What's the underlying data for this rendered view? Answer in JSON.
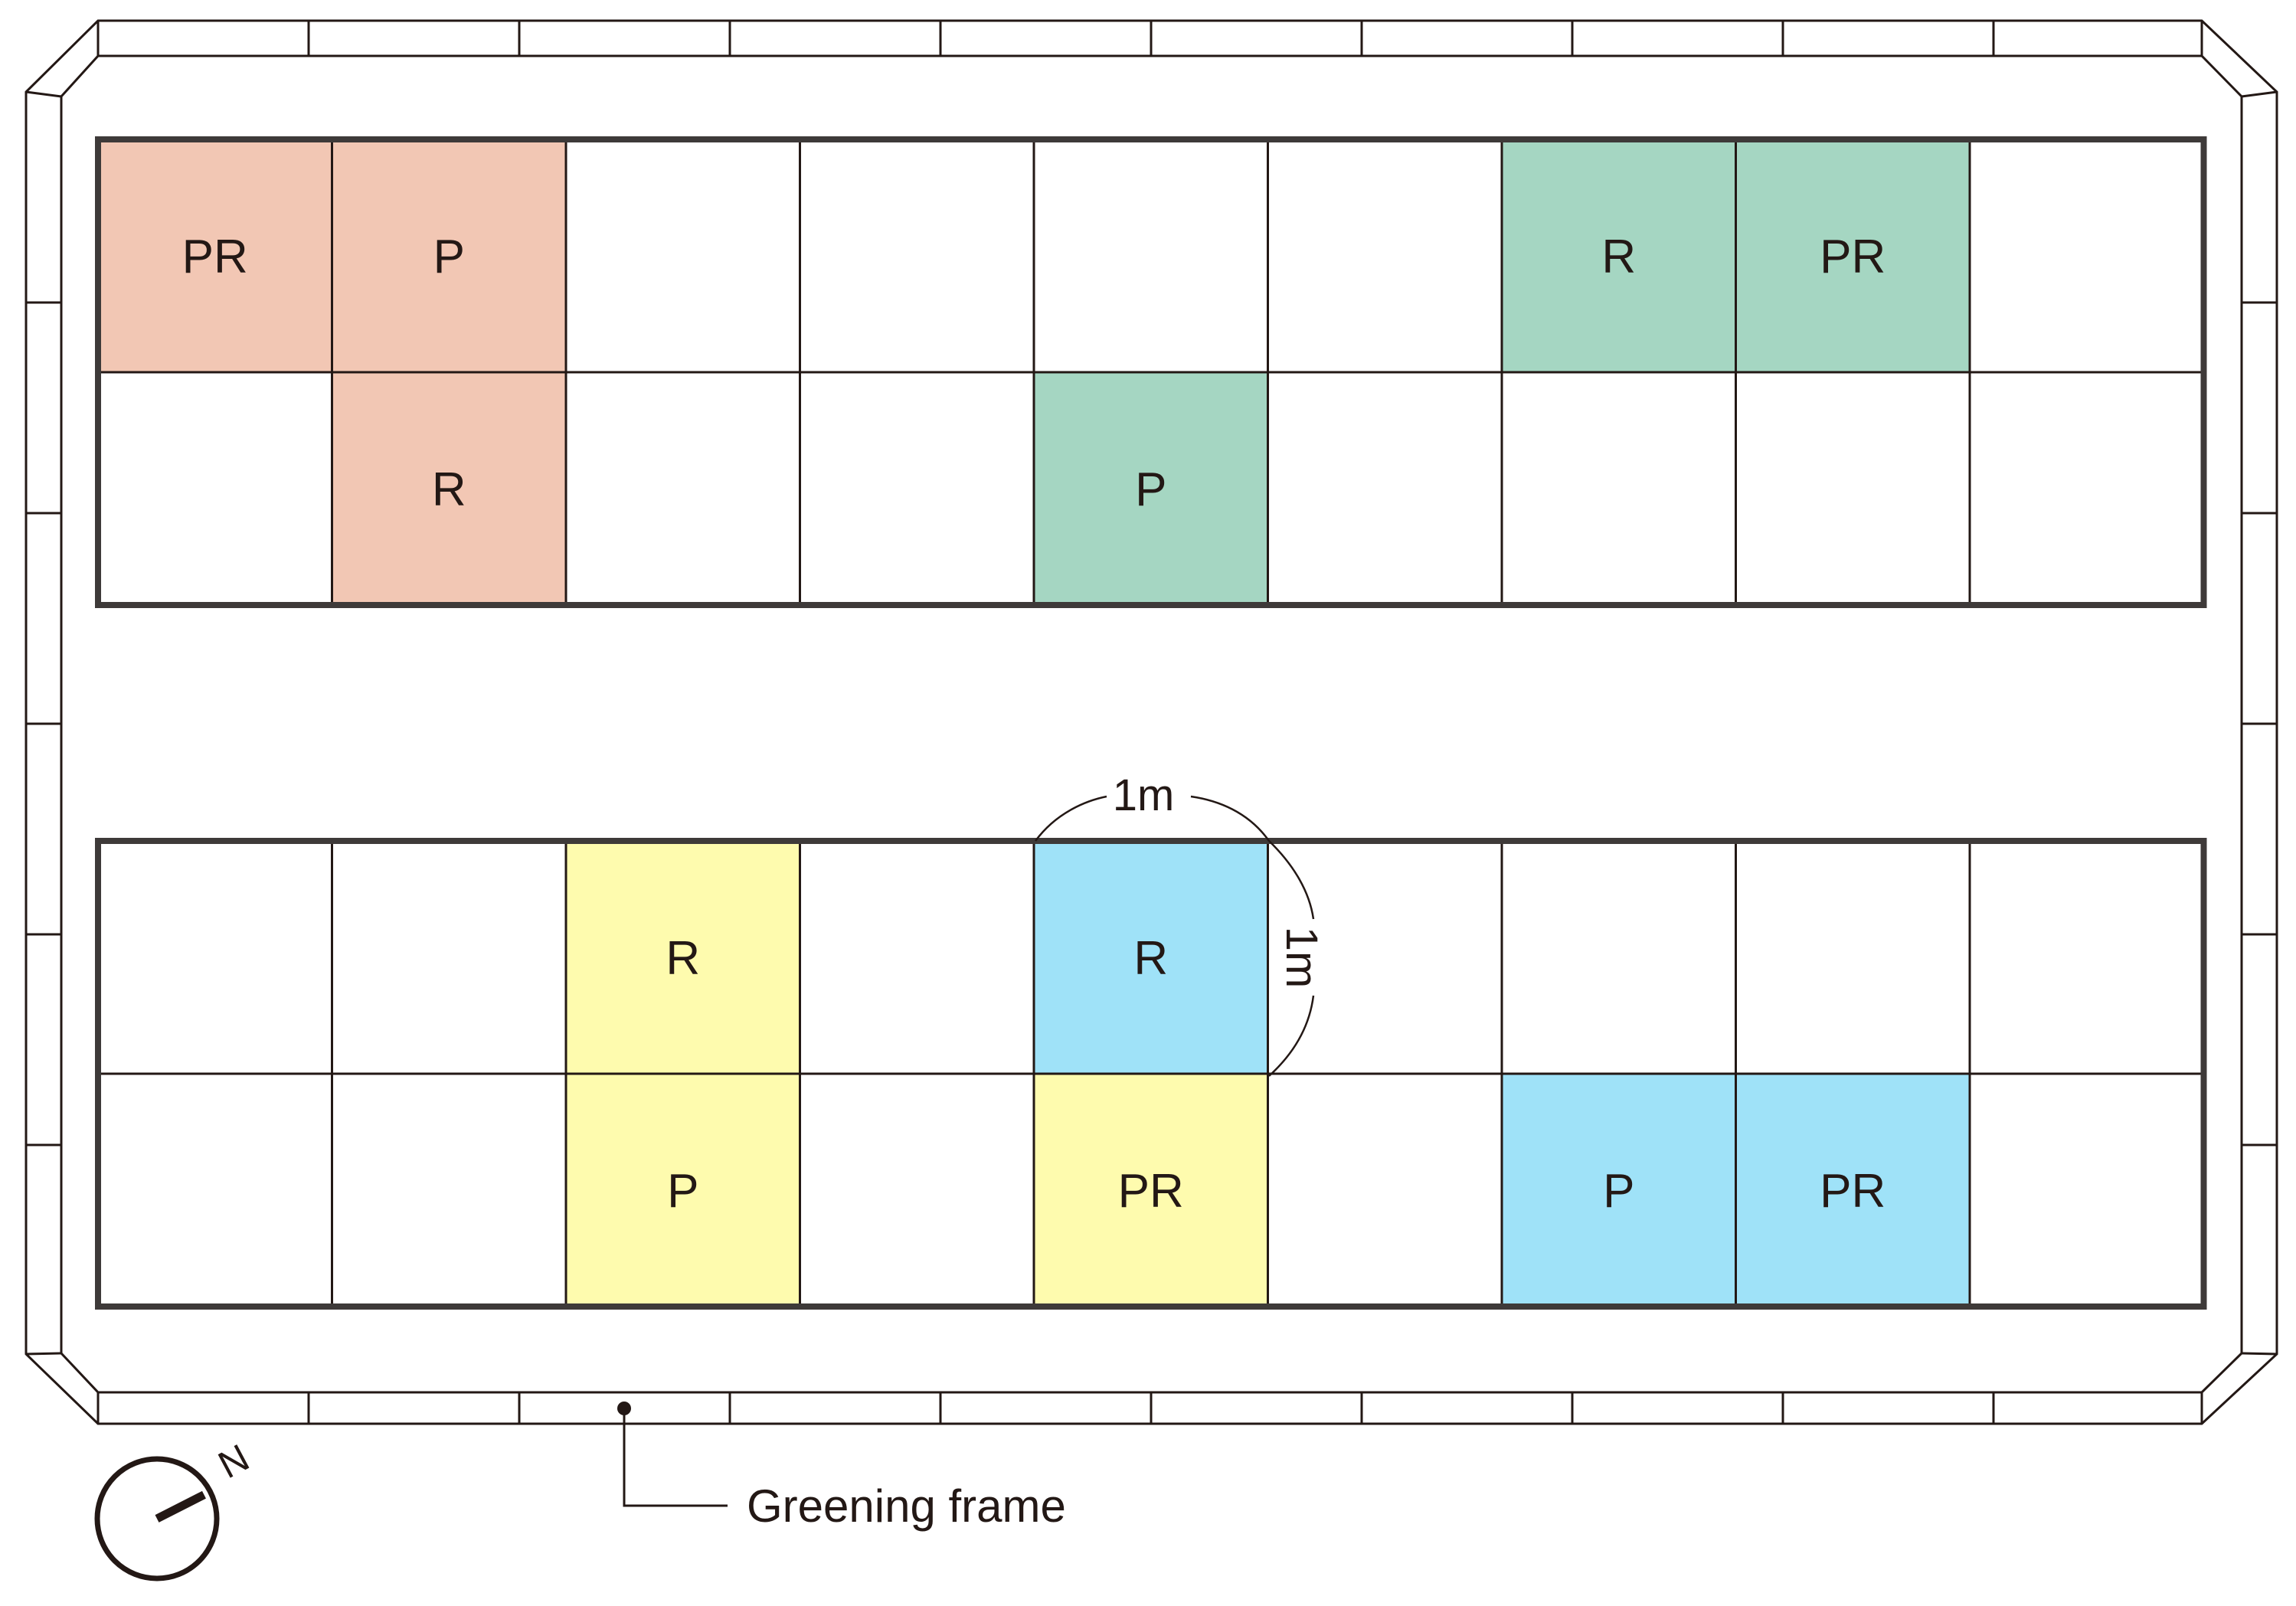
{
  "colors": {
    "outline": "#231815",
    "salmon": "#f2c7b4",
    "green": "#a5d6c2",
    "yellow": "#fefbae",
    "blue": "#9fe2f8",
    "empty": "#ffffff"
  },
  "plots": {
    "top": {
      "rows": [
        [
          {
            "label": "PR",
            "color": "salmon"
          },
          {
            "label": "P",
            "color": "salmon"
          },
          {
            "label": "",
            "color": "empty"
          },
          {
            "label": "",
            "color": "empty"
          },
          {
            "label": "",
            "color": "empty"
          },
          {
            "label": "",
            "color": "empty"
          },
          {
            "label": "R",
            "color": "green"
          },
          {
            "label": "PR",
            "color": "green"
          },
          {
            "label": "",
            "color": "empty"
          }
        ],
        [
          {
            "label": "",
            "color": "empty"
          },
          {
            "label": "R",
            "color": "salmon"
          },
          {
            "label": "",
            "color": "empty"
          },
          {
            "label": "",
            "color": "empty"
          },
          {
            "label": "P",
            "color": "green"
          },
          {
            "label": "",
            "color": "empty"
          },
          {
            "label": "",
            "color": "empty"
          },
          {
            "label": "",
            "color": "empty"
          },
          {
            "label": "",
            "color": "empty"
          }
        ]
      ]
    },
    "bottom": {
      "rows": [
        [
          {
            "label": "",
            "color": "empty"
          },
          {
            "label": "",
            "color": "empty"
          },
          {
            "label": "R",
            "color": "yellow"
          },
          {
            "label": "",
            "color": "empty"
          },
          {
            "label": "R",
            "color": "blue"
          },
          {
            "label": "",
            "color": "empty"
          },
          {
            "label": "",
            "color": "empty"
          },
          {
            "label": "",
            "color": "empty"
          },
          {
            "label": "",
            "color": "empty"
          }
        ],
        [
          {
            "label": "",
            "color": "empty"
          },
          {
            "label": "",
            "color": "empty"
          },
          {
            "label": "P",
            "color": "yellow"
          },
          {
            "label": "",
            "color": "empty"
          },
          {
            "label": "PR",
            "color": "yellow"
          },
          {
            "label": "",
            "color": "empty"
          },
          {
            "label": "P",
            "color": "blue"
          },
          {
            "label": "PR",
            "color": "blue"
          },
          {
            "label": "",
            "color": "empty"
          }
        ]
      ]
    }
  },
  "dimensions": {
    "width_label": "1m",
    "height_label": "1m"
  },
  "callout": {
    "label": "Greening frame"
  },
  "compass": {
    "north_label": "N",
    "icon": "north-arrow-icon"
  }
}
